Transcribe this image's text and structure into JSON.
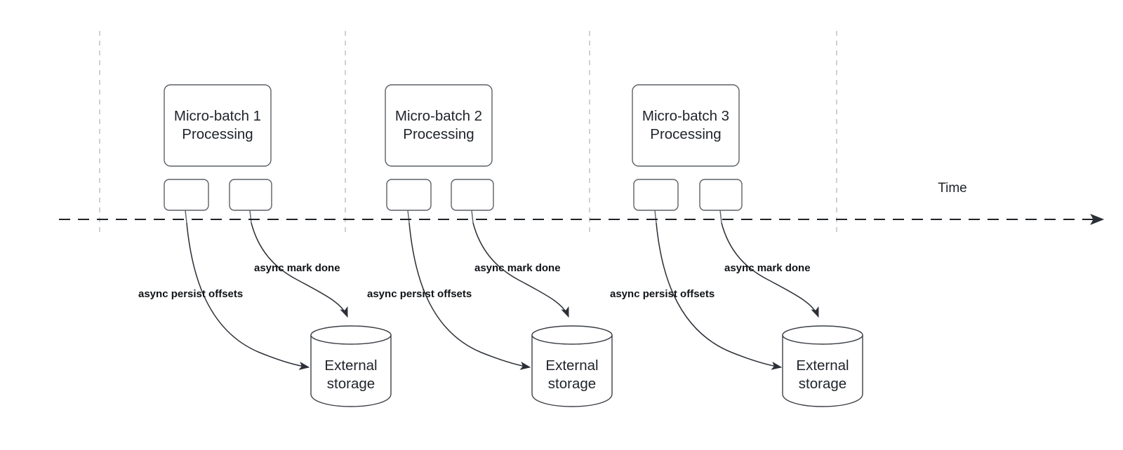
{
  "diagram": {
    "title_axis": "Time",
    "colors": {
      "background": "#ffffff",
      "box_stroke": "#5c6066",
      "cylinder_stroke": "#3b3f45",
      "timeline_stroke": "#1f2329",
      "tick_stroke": "#bdbdbd",
      "arrow_stroke": "#2b2f36",
      "text": "#1f2329"
    },
    "groups": [
      {
        "id": "group-1",
        "batch_label_line1": "Micro-batch 1",
        "batch_label_line2": "Processing",
        "task_left_label": "",
        "task_right_label": "",
        "edge_persist_label": "async persist offsets",
        "edge_mark_label": "async mark done",
        "storage_label_line1": "External",
        "storage_label_line2": "storage"
      },
      {
        "id": "group-2",
        "batch_label_line1": "Micro-batch 2",
        "batch_label_line2": "Processing",
        "task_left_label": "",
        "task_right_label": "",
        "edge_persist_label": "async persist offsets",
        "edge_mark_label": "async mark done",
        "storage_label_line1": "External",
        "storage_label_line2": "storage"
      },
      {
        "id": "group-3",
        "batch_label_line1": "Micro-batch 3",
        "batch_label_line2": "Processing",
        "task_left_label": "",
        "task_right_label": "",
        "edge_persist_label": "async persist offsets",
        "edge_mark_label": "async mark done",
        "storage_label_line1": "External",
        "storage_label_line2": "storage"
      }
    ]
  }
}
